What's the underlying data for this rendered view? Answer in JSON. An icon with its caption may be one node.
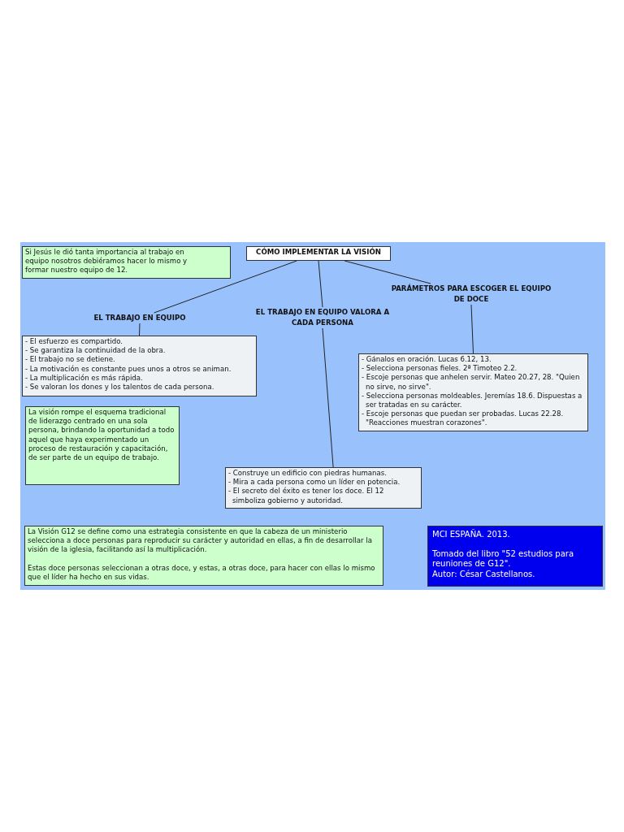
{
  "diagram": {
    "nodes": [
      {
        "text": [
          "CÓMO IMPLEMENTAR LA VISIÓN"
        ]
      },
      {
        "text": [
          "Si Jesús le dió tanta importancia al trabajo en equipo nosotros debiéramos hacer lo mismo y formar nuestro equipo de 12."
        ]
      },
      {
        "text": [
          "EL TRABAJO EN EQUIPO"
        ]
      },
      {
        "text": [
          "EL TRABAJO EN EQUIPO VALORA A CADA PERSONA"
        ]
      },
      {
        "text": [
          "PARÁMETROS PARA ESCOGER EL EQUIPO DE DOCE"
        ]
      },
      {
        "text": [
          "- El esfuerzo es compartido.",
          "- Se garantiza la continuidad de la obra.",
          "- El trabajo no se detiene.",
          "- La motivación es constante pues unos a otros se animan.",
          "- La multiplicación es más rápida.",
          "- Se valoran los dones y los talentos de cada persona."
        ]
      },
      {
        "text": [
          "La visión rompe el esquema tradicional de liderazgo centrado en una sola persona, brindando la oportunidad a todo aquel que haya experimentado un proceso de restauración y capacitación, de ser parte de un equipo de trabajo."
        ]
      },
      {
        "text": [
          "- Construye un edificio con piedras humanas.",
          "- Mira a cada persona como un líder en potencia.",
          "- El secreto del éxito es tener los doce. El 12 simboliza gobierno y autoridad."
        ]
      },
      {
        "text": [
          "- Gánalos en oración. Lucas 6.12, 13.",
          "- Selecciona personas fieles. 2ª Timoteo 2.2.",
          "- Escoje personas que anhelen servir. Mateo 20.27, 28. \"Quien no sirve, no sirve\".",
          "- Selecciona personas moldeables. Jeremías 18.6. Dispuestas a ser tratadas en su carácter.",
          "- Escoje personas que puedan ser probadas. Lucas 22.28. \"Reacciones muestran corazones\"."
        ]
      },
      {
        "text": [
          "La Visión G12 se define como una estrategia consistente en que la cabeza de un ministerio selecciona a doce personas para reproducir su carácter y autoridad en ellas, a fin de desarrollar la visión de la iglesia, facilitando así la multiplicación.",
          "Estas doce personas seleccionan a otras doce, y estas, a otras doce, para hacer con ellas lo mismo que el líder ha hecho en sus vidas."
        ]
      },
      {
        "text": [
          "MCI ESPAÑA. 2013.",
          "Tomado del libro \"52 estudios para reuniones de G12\".",
          "Autor: César Castellanos."
        ]
      }
    ],
    "edges": [
      {
        "from": 0,
        "to": 2,
        "arrow": "none"
      },
      {
        "from": 0,
        "to": 3,
        "arrow": "none"
      },
      {
        "from": 0,
        "to": 4,
        "arrow": "none"
      },
      {
        "from": 2,
        "to": 5,
        "arrow": "none"
      },
      {
        "from": 3,
        "to": 7,
        "arrow": "none"
      },
      {
        "from": 4,
        "to": 8,
        "arrow": "none"
      }
    ]
  }
}
